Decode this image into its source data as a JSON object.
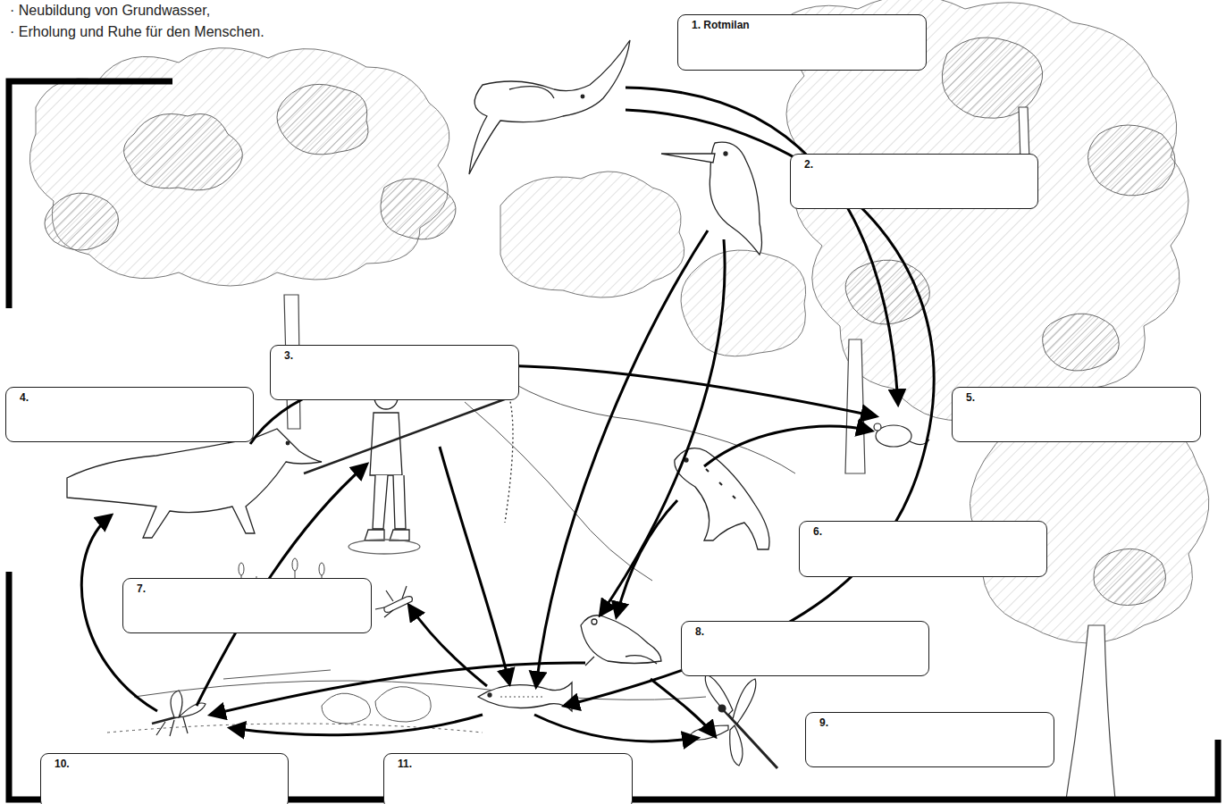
{
  "diagram": {
    "nodes": [
      {
        "text": [
          "1. Rotmilan"
        ]
      },
      {
        "text": [
          "2."
        ]
      },
      {
        "text": [
          "3."
        ]
      },
      {
        "text": [
          "4."
        ]
      },
      {
        "text": [
          "5."
        ]
      },
      {
        "text": [
          "6."
        ]
      },
      {
        "text": [
          "7."
        ]
      },
      {
        "text": [
          "8."
        ]
      },
      {
        "text": [
          "9."
        ]
      },
      {
        "text": [
          "10."
        ]
      },
      {
        "text": [
          "11."
        ]
      }
    ],
    "labels": [
      "· Neubildung von Grundwasser,",
      "· Erholung und Ruhe für den Menschen."
    ]
  }
}
